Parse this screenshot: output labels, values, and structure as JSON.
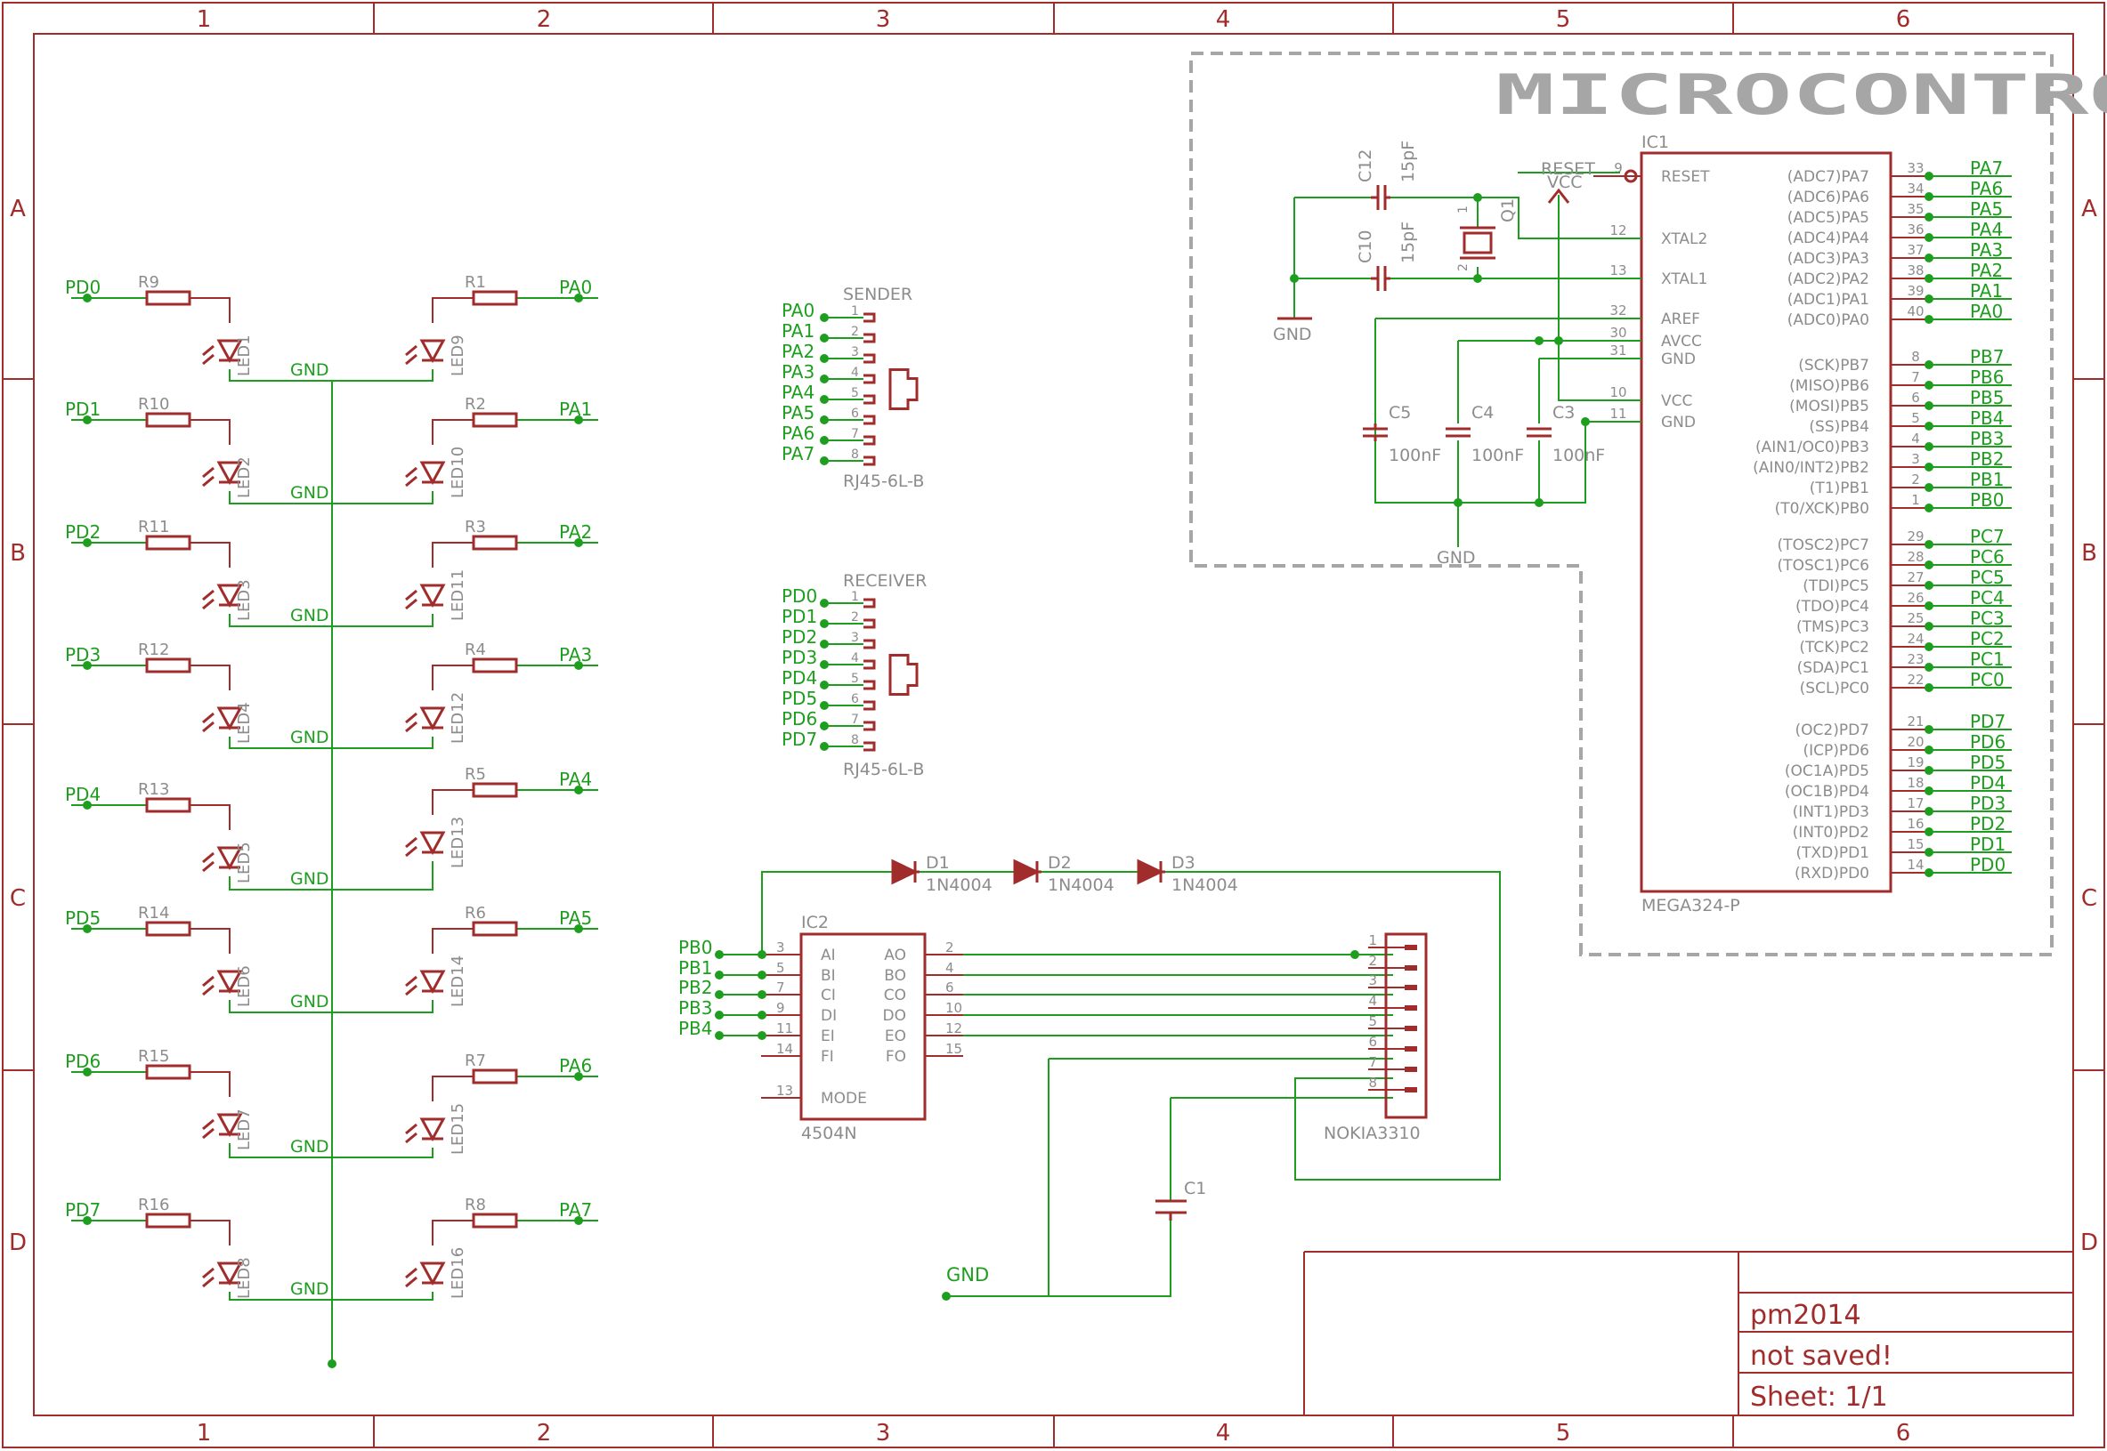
{
  "colors": {
    "frame": "#a02c2c",
    "net": "#1e9e1e",
    "part_label": "#8c8c8c",
    "dash": "#a6a6a6",
    "pin_stub": "#9a3fb8"
  },
  "frame": {
    "columns": [
      "1",
      "2",
      "3",
      "4",
      "5",
      "6"
    ],
    "rows": [
      "A",
      "B",
      "C",
      "D"
    ]
  },
  "title_block": {
    "project": "pm2014",
    "status": "not saved!",
    "sheet": "Sheet: 1/1"
  },
  "mcu_section": {
    "title": "MICROCONTROLLER"
  },
  "mcu": {
    "name": "IC1",
    "value": "MEGA324-P",
    "left_pins": [
      {
        "num": "9",
        "name": "RESET"
      },
      {
        "num": "12",
        "name": "XTAL2"
      },
      {
        "num": "13",
        "name": "XTAL1"
      },
      {
        "num": "32",
        "name": "AREF"
      },
      {
        "num": "30",
        "name": "AVCC"
      },
      {
        "num": "31",
        "name": "GND"
      },
      {
        "num": "10",
        "name": "VCC"
      },
      {
        "num": "11",
        "name": "GND"
      }
    ],
    "right_pins": [
      {
        "num": "33",
        "name": "(ADC7)PA7",
        "net": "PA7"
      },
      {
        "num": "34",
        "name": "(ADC6)PA6",
        "net": "PA6"
      },
      {
        "num": "35",
        "name": "(ADC5)PA5",
        "net": "PA5"
      },
      {
        "num": "36",
        "name": "(ADC4)PA4",
        "net": "PA4"
      },
      {
        "num": "37",
        "name": "(ADC3)PA3",
        "net": "PA3"
      },
      {
        "num": "38",
        "name": "(ADC2)PA2",
        "net": "PA2"
      },
      {
        "num": "39",
        "name": "(ADC1)PA1",
        "net": "PA1"
      },
      {
        "num": "40",
        "name": "(ADC0)PA0",
        "net": "PA0"
      },
      {
        "num": "8",
        "name": "(SCK)PB7",
        "net": "PB7"
      },
      {
        "num": "7",
        "name": "(MISO)PB6",
        "net": "PB6"
      },
      {
        "num": "6",
        "name": "(MOSI)PB5",
        "net": "PB5"
      },
      {
        "num": "5",
        "name": "(SS)PB4",
        "net": "PB4"
      },
      {
        "num": "4",
        "name": "(AIN1/OC0)PB3",
        "net": "PB3"
      },
      {
        "num": "3",
        "name": "(AIN0/INT2)PB2",
        "net": "PB2"
      },
      {
        "num": "2",
        "name": "(T1)PB1",
        "net": "PB1"
      },
      {
        "num": "1",
        "name": "(T0/XCK)PB0",
        "net": "PB0"
      },
      {
        "num": "29",
        "name": "(TOSC2)PC7",
        "net": "PC7"
      },
      {
        "num": "28",
        "name": "(TOSC1)PC6",
        "net": "PC6"
      },
      {
        "num": "27",
        "name": "(TDI)PC5",
        "net": "PC5"
      },
      {
        "num": "26",
        "name": "(TDO)PC4",
        "net": "PC4"
      },
      {
        "num": "25",
        "name": "(TMS)PC3",
        "net": "PC3"
      },
      {
        "num": "24",
        "name": "(TCK)PC2",
        "net": "PC2"
      },
      {
        "num": "23",
        "name": "(SDA)PC1",
        "net": "PC1"
      },
      {
        "num": "22",
        "name": "(SCL)PC0",
        "net": "PC0"
      },
      {
        "num": "21",
        "name": "(OC2)PD7",
        "net": "PD7"
      },
      {
        "num": "20",
        "name": "(ICP)PD6",
        "net": "PD6"
      },
      {
        "num": "19",
        "name": "(OC1A)PD5",
        "net": "PD5"
      },
      {
        "num": "18",
        "name": "(OC1B)PD4",
        "net": "PD4"
      },
      {
        "num": "17",
        "name": "(INT1)PD3",
        "net": "PD3"
      },
      {
        "num": "16",
        "name": "(INT0)PD2",
        "net": "PD2"
      },
      {
        "num": "15",
        "name": "(TXD)PD1",
        "net": "PD1"
      },
      {
        "num": "14",
        "name": "(RXD)PD0",
        "net": "PD0"
      }
    ]
  },
  "mcu_misc": {
    "reset_label": "RESET",
    "vcc_label": "VCC",
    "gnd_label": "GND",
    "crystal": "Q1",
    "crystal_pin1": "1",
    "crystal_pin2": "2",
    "c12": "C12",
    "c12_val": "15pF",
    "c10": "C10",
    "c10_val": "15pF",
    "c5": "C5",
    "c4": "C4",
    "c3": "C3",
    "cap_100n": "100nF"
  },
  "leds_left": [
    {
      "net": "PD0",
      "r": "R9",
      "led": "LED1"
    },
    {
      "net": "PD1",
      "r": "R10",
      "led": "LED2"
    },
    {
      "net": "PD2",
      "r": "R11",
      "led": "LED3"
    },
    {
      "net": "PD3",
      "r": "R12",
      "led": "LED4"
    },
    {
      "net": "PD4",
      "r": "R13",
      "led": "LED5"
    },
    {
      "net": "PD5",
      "r": "R14",
      "led": "LED6"
    },
    {
      "net": "PD6",
      "r": "R15",
      "led": "LED7"
    },
    {
      "net": "PD7",
      "r": "R16",
      "led": "LED8"
    }
  ],
  "leds_right": [
    {
      "net": "PA0",
      "r": "R1",
      "led": "LED9"
    },
    {
      "net": "PA1",
      "r": "R2",
      "led": "LED10"
    },
    {
      "net": "PA2",
      "r": "R3",
      "led": "LED11"
    },
    {
      "net": "PA3",
      "r": "R4",
      "led": "LED12"
    },
    {
      "net": "PA4",
      "r": "R5",
      "led": "LED13"
    },
    {
      "net": "PA5",
      "r": "R6",
      "led": "LED14"
    },
    {
      "net": "PA6",
      "r": "R7",
      "led": "LED15"
    },
    {
      "net": "PA7",
      "r": "R8",
      "led": "LED16"
    }
  ],
  "gnd_label": "GND",
  "sender": {
    "title": "SENDER",
    "value": "RJ45-6L-B",
    "nets": [
      "PA0",
      "PA1",
      "PA2",
      "PA3",
      "PA4",
      "PA5",
      "PA6",
      "PA7"
    ],
    "pins": [
      "1",
      "2",
      "3",
      "4",
      "5",
      "6",
      "7",
      "8"
    ]
  },
  "receiver": {
    "title": "RECEIVER",
    "value": "RJ45-6L-B",
    "nets": [
      "PD0",
      "PD1",
      "PD2",
      "PD3",
      "PD4",
      "PD5",
      "PD6",
      "PD7"
    ],
    "pins": [
      "1",
      "2",
      "3",
      "4",
      "5",
      "6",
      "7",
      "8"
    ]
  },
  "diodes": [
    {
      "name": "D1",
      "value": "1N4004"
    },
    {
      "name": "D2",
      "value": "1N4004"
    },
    {
      "name": "D3",
      "value": "1N4004"
    }
  ],
  "ic2": {
    "name": "IC2",
    "value": "4504N",
    "inputs": [
      {
        "net": "PB0",
        "num": "3",
        "pin": "AI"
      },
      {
        "net": "PB1",
        "num": "5",
        "pin": "BI"
      },
      {
        "net": "PB2",
        "num": "7",
        "pin": "CI"
      },
      {
        "net": "PB3",
        "num": "9",
        "pin": "DI"
      },
      {
        "net": "PB4",
        "num": "11",
        "pin": "EI"
      },
      {
        "net": "",
        "num": "14",
        "pin": "FI"
      },
      {
        "net": "",
        "num": "13",
        "pin": "MODE"
      }
    ],
    "outputs": [
      {
        "num": "2",
        "pin": "AO"
      },
      {
        "num": "4",
        "pin": "BO"
      },
      {
        "num": "6",
        "pin": "CO"
      },
      {
        "num": "10",
        "pin": "DO"
      },
      {
        "num": "12",
        "pin": "EO"
      },
      {
        "num": "15",
        "pin": "FO"
      }
    ]
  },
  "lcd": {
    "name": "NOKIA3310",
    "pins": [
      "1",
      "2",
      "3",
      "4",
      "5",
      "6",
      "7",
      "8"
    ]
  },
  "c1": {
    "name": "C1"
  },
  "bottom_gnd": "GND"
}
